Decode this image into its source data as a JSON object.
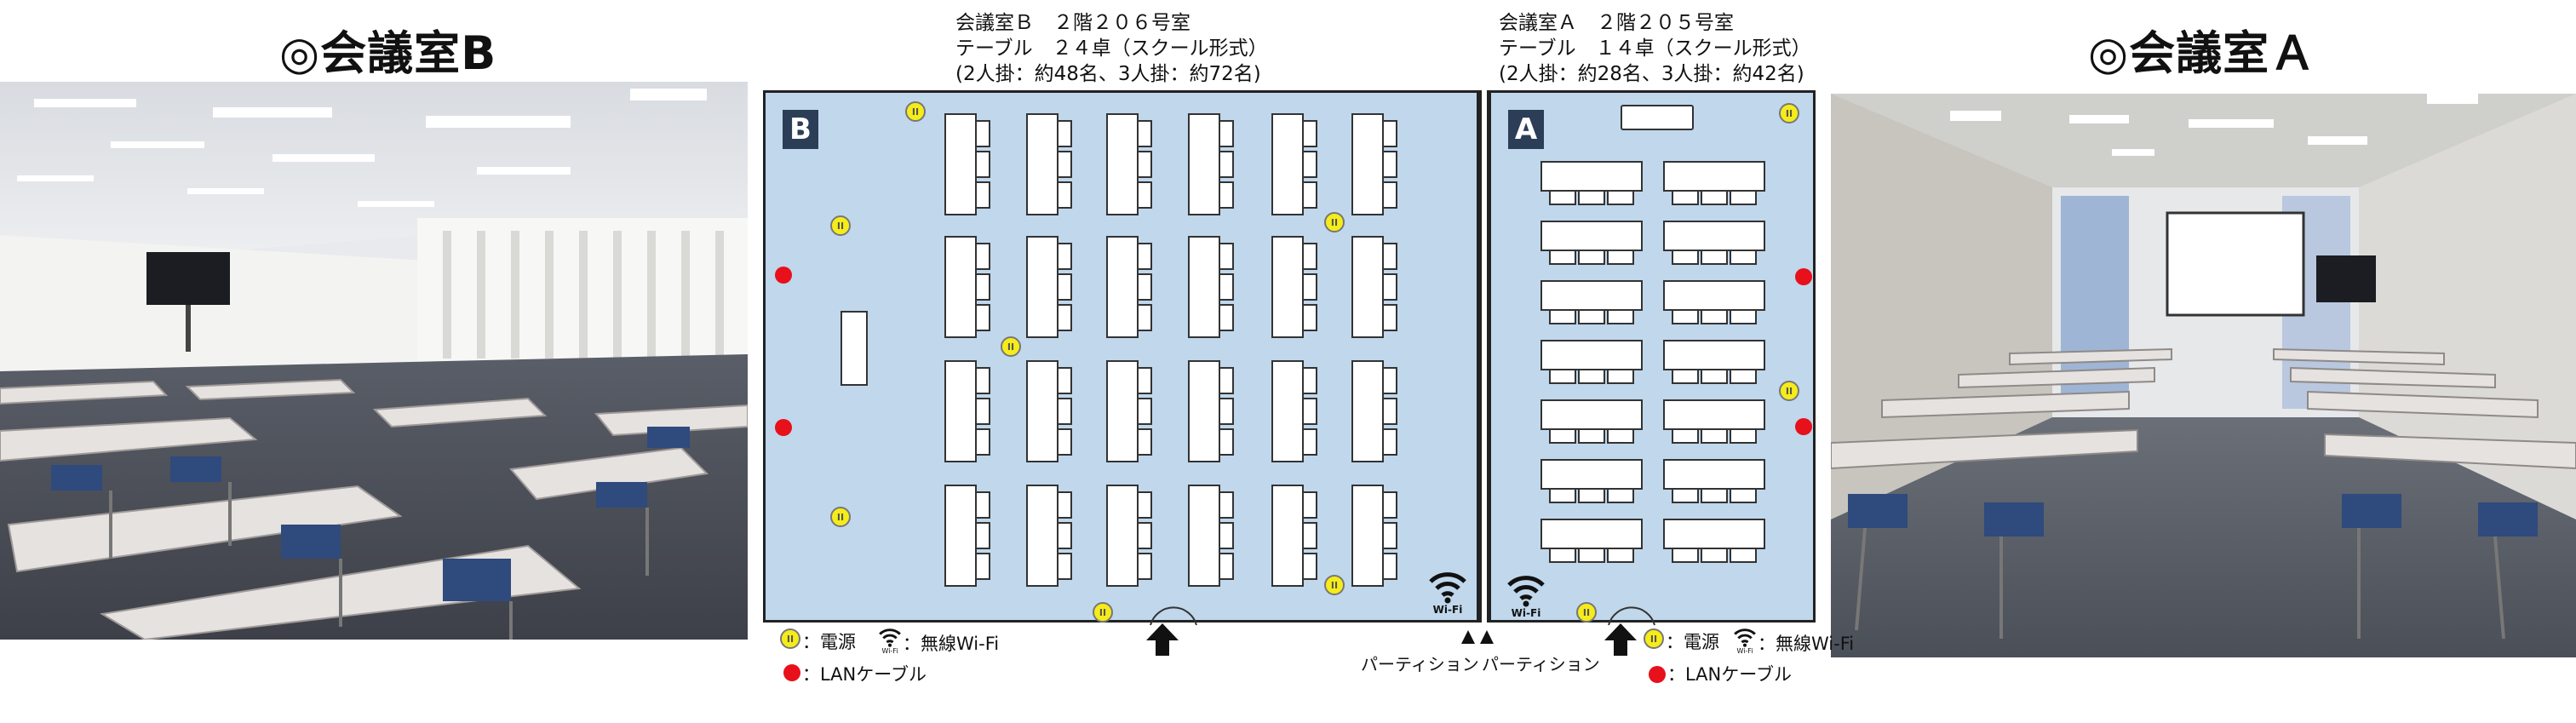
{
  "room_b": {
    "title": "◎会議室B",
    "name": "会議室Ｂ　２階２０６号室",
    "tables": "テーブル　２４卓（スクール形式）",
    "capacity": "(2人掛：約48名、3人掛：約72名)",
    "badge": "B"
  },
  "room_a": {
    "title": "◎会議室Ａ",
    "name": "会議室Ａ　２階２０５号室",
    "tables": "テーブル　１４卓（スクール形式）",
    "capacity": "(2人掛：約28名、3人掛：約42名)",
    "badge": "A"
  },
  "legend": {
    "power": "：電源",
    "wifi": "：無線Wi-Fi",
    "lan": "：LANケーブル"
  },
  "wifi_label": "Wi-Fi",
  "wifi_small": "Wi-Fi",
  "partition_left": "パーティション",
  "partition_right": "パーティション",
  "colors": {
    "floor": "#c0d7ec",
    "badge": "#2c3e57",
    "outlet": "#f5ec1a",
    "lan": "#e8101a"
  }
}
